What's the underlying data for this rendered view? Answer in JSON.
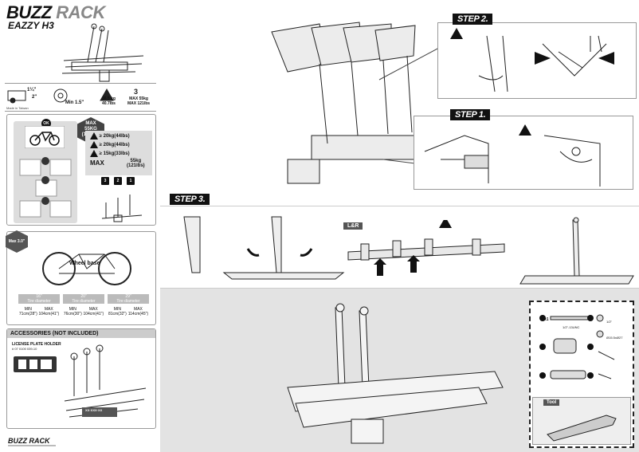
{
  "brand": {
    "name_a": "BUZZ",
    "name_b": "RACK",
    "model": "EAZZY H3"
  },
  "specs": {
    "hitch_a": "1¼\"",
    "hitch_b": "2\"",
    "ball": "Min 1.5\"",
    "weight": "16.5 kg\n40.7lbs",
    "max": "MAX 55kg\nMAX 121lbs",
    "made_in": "Made in Taiwan"
  },
  "load": {
    "ok_badge": "OK",
    "max_label": "MAX\n55KG\n(121lbs)",
    "slot1": "≥ 20kg(44lbs)",
    "slot2": "≥ 20kg(44lbs)",
    "slot3": "≥ 15kg(33lbs)",
    "total_label": "MAX",
    "total_value": "55kg\n(121lbs)",
    "slot_nums": [
      "3",
      "2",
      "1"
    ]
  },
  "wheel": {
    "max_badge": "Max 3.0\"",
    "wheelbase_label": "Wheel base",
    "cols": [
      {
        "size": "16\"",
        "label": "Tire diameter",
        "min": "MIN\n71cm(28\")",
        "max": "MAX\n104cm(41\")"
      },
      {
        "size": "20\"",
        "label": "Tire diameter",
        "min": "MIN\n76cm(30\")",
        "max": "MAX\n104cm(41\")"
      },
      {
        "size": "29\"",
        "label": "Tire diameter",
        "min": "MIN\n81cm(32\")",
        "max": "MAX\n114cm(45\")"
      }
    ]
  },
  "accessories": {
    "heading": "ACCESSORIES",
    "note": "(NOT INCLUDED)",
    "item": "LICENSE PLATE HOLDER",
    "code": "# 07 0100 039-10",
    "plate": "XX·XXX·XX"
  },
  "steps": {
    "step1": "STEP 1.",
    "step2": "STEP 2.",
    "step3": "STEP 3.",
    "lr": "L&R"
  },
  "parts": {
    "qty": "x1",
    "bolt": "1/2\"-13UNC",
    "washer": "1/2\"",
    "washer2": "Ø15.5xØ27",
    "tool_label": "Tool"
  },
  "footer": {
    "brand": "BUZZ RACK"
  }
}
